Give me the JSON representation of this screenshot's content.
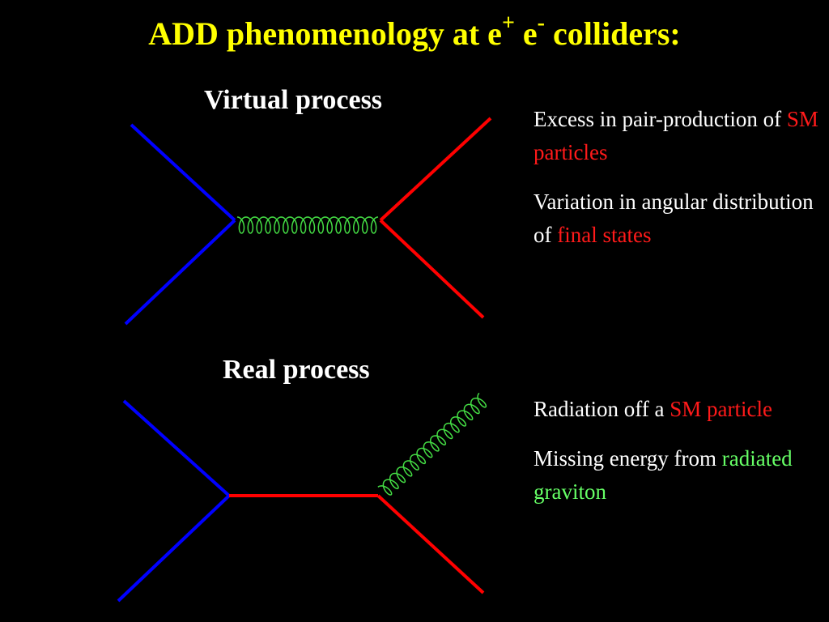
{
  "title": {
    "prefix": "ADD phenomenology at e",
    "sup_plus": "+",
    "middle": " e",
    "sup_minus": "-",
    "suffix": " colliders:"
  },
  "virtual": {
    "label": "Virtual process",
    "notes": [
      {
        "text": "Excess in pair-production of ",
        "highlight": "SM particles",
        "highlight_color": "red"
      },
      {
        "text": "Variation in angular distribution of ",
        "highlight": "final states",
        "highlight_color": "red"
      }
    ]
  },
  "real": {
    "label": "Real process",
    "notes": [
      {
        "text": "Radiation off a ",
        "highlight": "SM particle",
        "highlight_color": "red"
      },
      {
        "text": "Missing energy from ",
        "highlight": "radiated graviton",
        "highlight_color": "green"
      }
    ]
  },
  "colors": {
    "title": "#ffff00",
    "electron_lines": "#0000ff",
    "sm_lines": "#ff0000",
    "graviton": "#44dd44",
    "background": "#000000"
  }
}
